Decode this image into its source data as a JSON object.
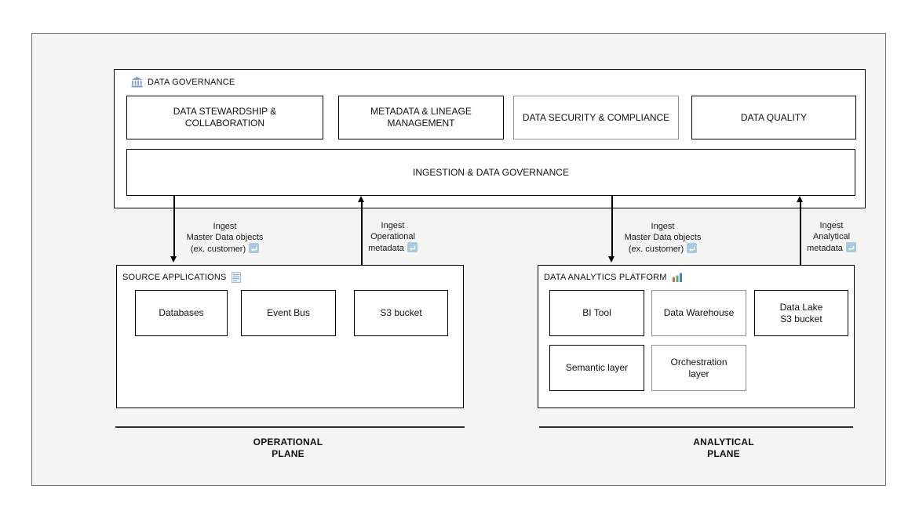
{
  "governance": {
    "icon": "bank-icon",
    "title": "DATA GOVERNANCE",
    "pillars": [
      {
        "label": "DATA STEWARDSHIP & COLLABORATION"
      },
      {
        "label": "METADATA & LINEAGE MANAGEMENT"
      },
      {
        "label": "DATA SECURITY & COMPLIANCE"
      },
      {
        "label": "DATA QUALITY"
      }
    ],
    "ingestion_label": "INGESTION & DATA GOVERNANCE"
  },
  "flows": [
    {
      "direction": "down",
      "icon": "sync-icon",
      "line1": "Ingest",
      "line2": "Master Data objects",
      "line3": "(ex. customer)"
    },
    {
      "direction": "up",
      "icon": "sync-icon",
      "line1": "Ingest",
      "line2": "Operational",
      "line3": "metadata"
    },
    {
      "direction": "down",
      "icon": "sync-icon",
      "line1": "Ingest",
      "line2": "Master Data objects",
      "line3": "(ex. customer)"
    },
    {
      "direction": "up",
      "icon": "sync-icon",
      "line1": "Ingest",
      "line2": "Analytical",
      "line3": "metadata"
    }
  ],
  "source_applications": {
    "icon": "document-icon",
    "title": "SOURCE APPLICATIONS",
    "boxes": [
      {
        "label": "Databases"
      },
      {
        "label": "Event Bus"
      },
      {
        "label": "S3 bucket"
      }
    ]
  },
  "analytics_platform": {
    "icon": "bar-chart-icon",
    "title": "DATA ANALYTICS PLATFORM",
    "row1": [
      {
        "label": "BI Tool"
      },
      {
        "label": "Data Warehouse"
      },
      {
        "line1": "Data Lake",
        "line2": "S3 bucket"
      }
    ],
    "row2": [
      {
        "label": "Semantic layer"
      },
      {
        "label": "Orchestration layer"
      }
    ]
  },
  "planes": [
    {
      "line1": "OPERATIONAL",
      "line2": "PLANE"
    },
    {
      "line1": "ANALYTICAL",
      "line2": "PLANE"
    }
  ],
  "colors": {
    "canvas_bg": "#ffffff",
    "frame_bg": "#f4f4f5",
    "frame_border": "#6e6e6e",
    "shape_border_dark": "#000000",
    "shape_border_gray": "#8f8f8f",
    "bank_icon_blue": "#7e9cb9",
    "sync_icon_bg": "#a9c9dc",
    "doc_icon_bg": "#e8f1f8",
    "chart_bar_red": "#d9655f",
    "chart_bar_green": "#69a85c",
    "chart_bar_blue": "#3d85c6"
  }
}
